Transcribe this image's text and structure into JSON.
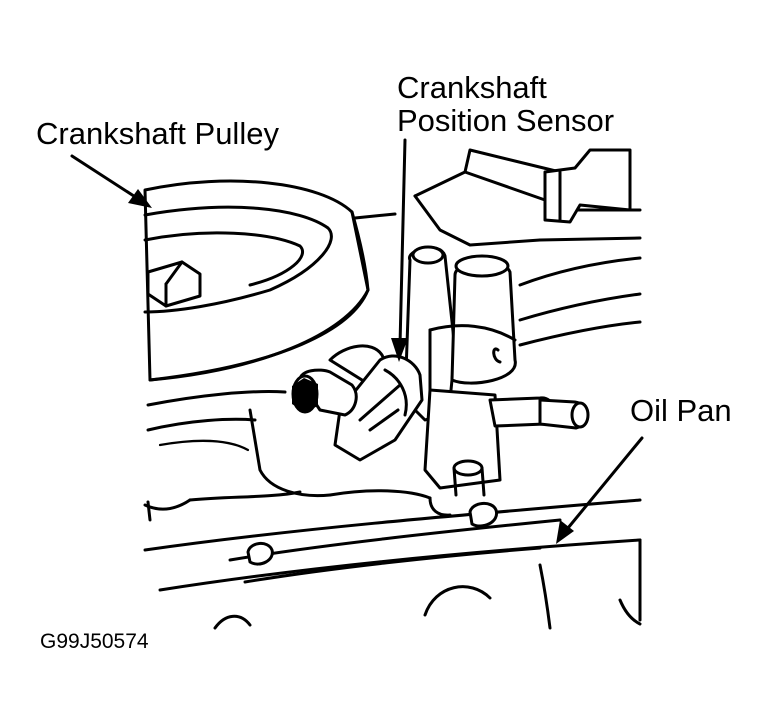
{
  "labels": {
    "crankshaft_pulley": "Crankshaft Pulley",
    "sensor_line1": "Crankshaft",
    "sensor_line2": "Position Sensor",
    "oil_pan": "Oil Pan",
    "figure_code": "G99J50574"
  },
  "colors": {
    "line": "#000000",
    "background": "#ffffff"
  }
}
